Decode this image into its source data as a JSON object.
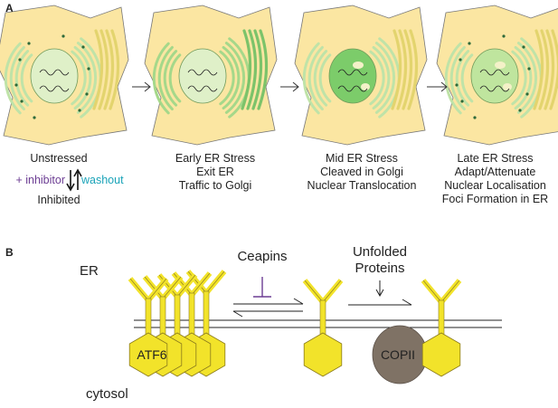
{
  "panel_a": {
    "letter": "A",
    "stages": [
      {
        "lines": [
          "Unstressed"
        ]
      },
      {
        "lines": [
          "Early ER Stress",
          "Exit ER",
          "Traffic to Golgi"
        ]
      },
      {
        "lines": [
          "Mid ER Stress",
          "Cleaved in Golgi",
          "Nuclear Translocation"
        ]
      },
      {
        "lines": [
          "Late ER Stress",
          "Adapt/Attenuate",
          "Nuclear Localisation",
          "Foci Formation in ER"
        ]
      }
    ],
    "inhibitor_label": "+ inhibitor",
    "washout_label": "washout",
    "inhibited_label": "Inhibited",
    "colors": {
      "cell": "#fbe6a2",
      "cell_stroke": "#777777",
      "er": "#bfe3a8",
      "golgi": "#e3d46e",
      "inhibitor": "#6c3d93",
      "washout": "#1aa3b8",
      "nucleus_mid": "#7ccc6a"
    }
  },
  "panel_b": {
    "letter": "B",
    "er_label": "ER",
    "cytosol_label": "cytosol",
    "ceapins_label": "Ceapins",
    "unfolded_label": [
      "Unfolded",
      "Proteins"
    ],
    "atf6_label": "ATF6",
    "copii_label": "COPII",
    "colors": {
      "protein": "#f2e32a",
      "protein_stroke": "#8a7a1c",
      "copii": "#7f7265",
      "inhibit_mark": "#6c3d93"
    }
  }
}
